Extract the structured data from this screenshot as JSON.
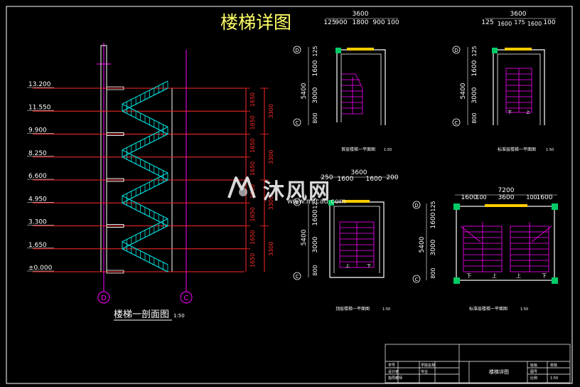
{
  "title": "楼梯详图",
  "section": {
    "label": "楼梯一剖面图",
    "scale": "1:50",
    "levels": [
      "13.200",
      "11.550",
      "9.900",
      "8.250",
      "6.600",
      "4.950",
      "3.300",
      "1.650",
      "±0.000"
    ],
    "flight_dims": [
      "1650",
      "1650",
      "1650",
      "1650",
      "1650",
      "1650",
      "1650",
      "1650"
    ],
    "total_dims": [
      "3300",
      "3300",
      "3300",
      "3300"
    ],
    "axes": [
      "D",
      "C"
    ]
  },
  "plan_top_left": {
    "caption": "首层楼梯一平面图",
    "scale": "1:50",
    "width_total": "3600",
    "width_parts": [
      "125",
      "900",
      "1800",
      "900",
      "100"
    ],
    "depth_total": "5400",
    "depth_parts": [
      "125",
      "1600",
      "3000",
      "800"
    ],
    "axes": [
      "D",
      "C"
    ]
  },
  "plan_top_right": {
    "caption": "标准层楼梯一平面图",
    "scale": "1:50",
    "width_total": "3600",
    "width_parts": [
      "125",
      "1600",
      "175",
      "1600",
      "100"
    ],
    "depth_total": "5400",
    "depth_parts": [
      "125",
      "1600",
      "3000",
      "800"
    ],
    "axes": [
      "D",
      "C"
    ],
    "arrows": [
      "下",
      "上"
    ]
  },
  "plan_bottom_left": {
    "caption": "顶层楼梯一平面图",
    "scale": "1:50",
    "width_total": "3600",
    "width_parts": [
      "250",
      "1600",
      "1600",
      "200"
    ],
    "depth_total": "5400",
    "depth_parts": [
      "125",
      "1600",
      "3000",
      "800"
    ],
    "axes": [
      "D",
      "C"
    ],
    "arrows": [
      "上",
      "下"
    ]
  },
  "plan_bottom_right": {
    "caption": "标准层楼梯一平面图",
    "scale": "1:50",
    "width_total": "7200",
    "width_parts": [
      "1600",
      "100",
      "3600",
      "100",
      "1600"
    ],
    "depth_total": "5400",
    "depth_parts": [
      "125",
      "1600",
      "3000",
      "800"
    ],
    "axes": [
      "D",
      "C"
    ],
    "arrows": [
      "下",
      "上",
      "上",
      "下"
    ]
  },
  "titleblock": {
    "drawing_name": "楼梯详图",
    "cells": [
      "学号",
      "学院名称",
      "设计者",
      "专业",
      "指导教师",
      "班级",
      "校核",
      "图号",
      "比例",
      "1:50"
    ]
  },
  "watermark": {
    "name": "沐风网",
    "url": "www.mfcad.com"
  },
  "colors": {
    "background": "#000000",
    "title": "#ffff66",
    "stairs": "#00e5e5",
    "level_lines": "#ff2a2a",
    "axis_lines": "#ff00ff",
    "walls": "#ffffff",
    "dims": "#e0e0e0"
  }
}
